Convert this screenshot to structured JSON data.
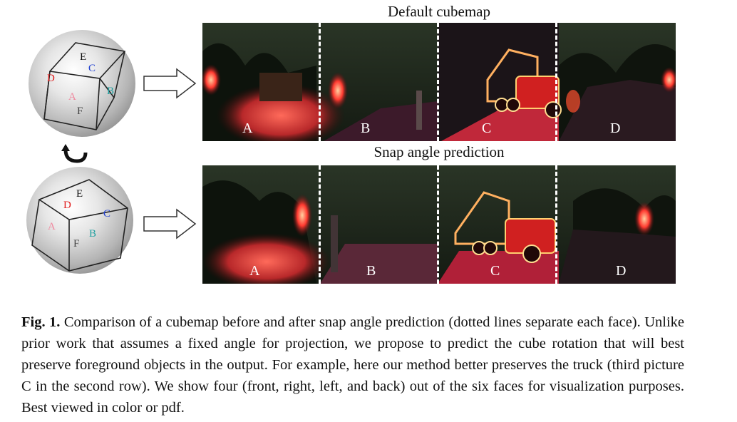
{
  "figure": {
    "top_row_title": "Default cubemap",
    "bottom_row_title": "Snap angle prediction",
    "top_cube_labels": {
      "top": "E",
      "left": "D",
      "back": "C",
      "right": "B",
      "front": "A",
      "bottom": "F"
    },
    "bottom_cube_labels": {
      "top": "E",
      "left": "D",
      "back": "C",
      "right": "B",
      "front": "A",
      "bottom": "F"
    },
    "top_face_labels": [
      "A",
      "B",
      "C",
      "D"
    ],
    "bottom_face_labels": [
      "A",
      "B",
      "C",
      "D"
    ],
    "colors": {
      "label_red": "#e01818",
      "label_blue": "#2040d0",
      "label_teal": "#20a0a0",
      "label_pink": "#f08aa0"
    }
  },
  "caption": {
    "label": "Fig. 1.",
    "text": " Comparison of a cubemap before and after snap angle prediction (dotted lines separate each face). Unlike prior work that assumes a fixed angle for projection, we propose to predict the cube rotation that will best preserve foreground objects in the output. For example, here our method better preserves the truck (third picture C in the second row). We show four (front, right, left, and back) out of the six faces for visualization purposes. Best viewed in color or pdf."
  }
}
